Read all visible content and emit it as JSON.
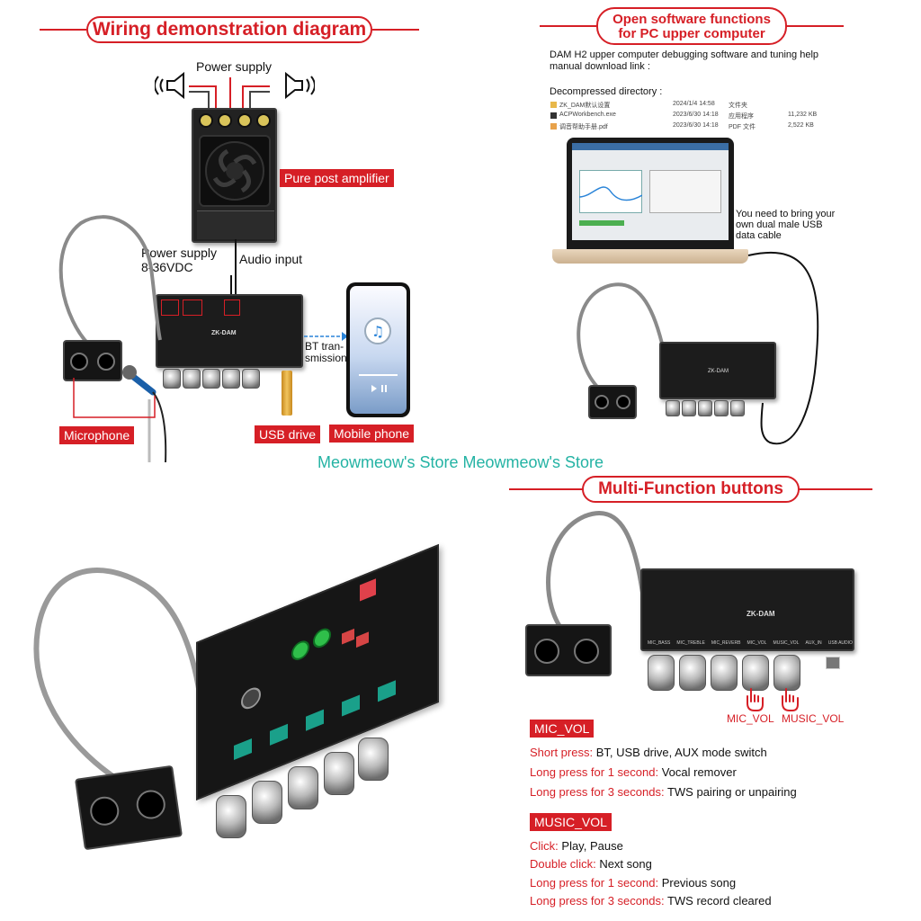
{
  "headings": {
    "wiring": "Wiring demonstration diagram",
    "software_line1": "Open software functions",
    "software_line2": "for PC upper computer",
    "multifunction": "Multi-Function buttons"
  },
  "wiring": {
    "power_supply": "Power supply",
    "pure_post_amplifier": "Pure post amplifier",
    "power_supply_2": "Power supply",
    "voltage": "8-36VDC",
    "audio_input": "Audio input",
    "bt_line1": "BT tran-",
    "bt_line2": "smission",
    "microphone": "Microphone",
    "usb_drive": "USB drive",
    "mobile_phone": "Mobile phone",
    "board_name": "ZK-DAM"
  },
  "software": {
    "intro_line1": "DAM H2 upper computer debugging software and tuning help",
    "intro_line2": "manual download link :",
    "decompressed": "Decompressed directory :",
    "files": [
      {
        "name": "ZK_DAM默认设置",
        "date": "2024/1/4 14:58",
        "type": "文件夹",
        "size": ""
      },
      {
        "name": "ACPWorkbench.exe",
        "date": "2023/6/30 14:18",
        "type": "应用程序",
        "size": "11,232 KB"
      },
      {
        "name": "调音帮助手册.pdf",
        "date": "2023/6/30 14:18",
        "type": "PDF 文件",
        "size": "2,522 KB"
      }
    ],
    "usb_note_line1": "You need to bring your",
    "usb_note_line2": "own dual male USB",
    "usb_note_line3": "data cable"
  },
  "watermark": "Meowmeow's Store Meowmeow's Store",
  "buttons": {
    "board_name": "ZK-DAM",
    "knob_labels": [
      "MIC_BASS",
      "MIC_TREBLE",
      "MIC_REVERB",
      "MIC_VOL",
      "MUSIC_VOL",
      "AUX_IN",
      "USB AUDIO"
    ],
    "mic_vol_label": "MIC_VOL",
    "music_vol_label": "MUSIC_VOL",
    "mic_vol_section": {
      "title": "MIC_VOL",
      "lines": [
        {
          "key": "Short press:",
          "value": " BT, USB drive, AUX mode switch"
        },
        {
          "key": "Long press for 1 second:",
          "value": " Vocal remover"
        },
        {
          "key": "Long press for 3 seconds:",
          "value": " TWS pairing or unpairing"
        }
      ]
    },
    "music_vol_section": {
      "title": "MUSIC_VOL",
      "lines": [
        {
          "key": "Click:",
          "value": " Play, Pause"
        },
        {
          "key": "Double click:",
          "value": " Next song"
        },
        {
          "key": "Long press for 1 second:",
          "value": " Previous song"
        },
        {
          "key": "Long press for 3 seconds:",
          "value": " TWS record cleared"
        }
      ]
    }
  },
  "colors": {
    "accent_red": "#d61f26",
    "watermark_teal": "#24b3a4",
    "board_black": "#1c1c1c"
  }
}
